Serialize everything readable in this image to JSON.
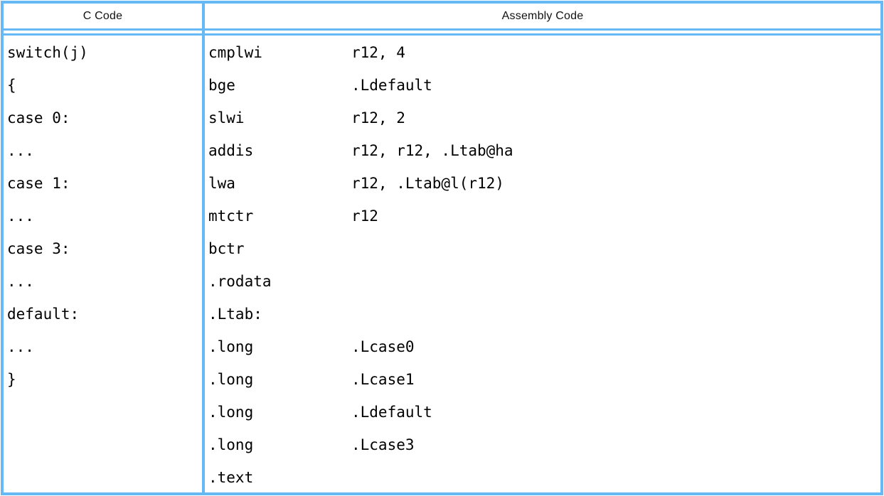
{
  "colors": {
    "border": "#66b9f5",
    "header_text": "#111111",
    "code_text": "#000000"
  },
  "table": {
    "headers": {
      "c_code": "C Code",
      "assembly_code": "Assembly Code"
    },
    "c_code_lines": [
      "switch(j)",
      "{",
      "case 0:",
      "...",
      "case 1:",
      "...",
      "case 3:",
      "...",
      "default:",
      "...",
      "}"
    ],
    "assembly_lines": [
      {
        "mnemonic": "cmplwi",
        "operands": "r12, 4"
      },
      {
        "mnemonic": "bge",
        "operands": ".Ldefault"
      },
      {
        "mnemonic": "slwi",
        "operands": "r12, 2"
      },
      {
        "mnemonic": "addis",
        "operands": "r12, r12, .Ltab@ha"
      },
      {
        "mnemonic": "lwa",
        "operands": "r12, .Ltab@l(r12)"
      },
      {
        "mnemonic": "mtctr",
        "operands": "r12"
      },
      {
        "mnemonic": "bctr",
        "operands": ""
      },
      {
        "mnemonic": ".rodata",
        "operands": ""
      },
      {
        "mnemonic": ".Ltab:",
        "operands": ""
      },
      {
        "mnemonic": ".long",
        "operands": ".Lcase0"
      },
      {
        "mnemonic": ".long",
        "operands": ".Lcase1"
      },
      {
        "mnemonic": ".long",
        "operands": ".Ldefault"
      },
      {
        "mnemonic": ".long",
        "operands": ".Lcase3"
      },
      {
        "mnemonic": ".text",
        "operands": ""
      }
    ]
  }
}
